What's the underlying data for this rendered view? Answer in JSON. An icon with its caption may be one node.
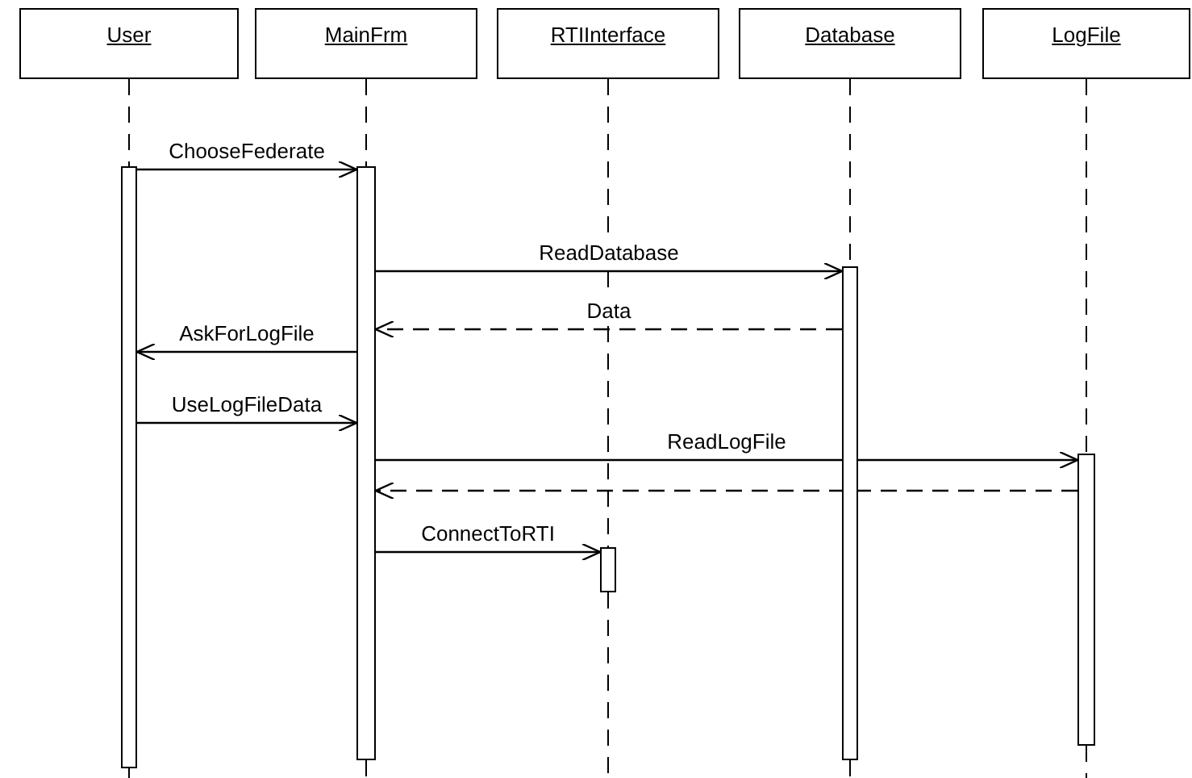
{
  "diagram": {
    "nodes": [
      {
        "text": [
          "User"
        ]
      },
      {
        "text": [
          "MainFrm"
        ]
      },
      {
        "text": [
          "RTIInterface"
        ]
      },
      {
        "text": [
          "Database"
        ]
      },
      {
        "text": [
          "LogFile"
        ]
      },
      {
        "text": [],
        "shape": "bar"
      },
      {
        "text": [],
        "shape": "bar"
      },
      {
        "text": [],
        "shape": "bar"
      },
      {
        "text": [],
        "shape": "bar"
      },
      {
        "text": [],
        "shape": "bar"
      }
    ],
    "edges": [
      {
        "from": 0,
        "to": 5,
        "arrow": "none",
        "style": "dashed"
      },
      {
        "from": 1,
        "to": 6,
        "arrow": "none",
        "style": "dashed"
      },
      {
        "from": 2,
        "to": 7,
        "arrow": "none",
        "style": "dashed"
      },
      {
        "from": 3,
        "to": 8,
        "arrow": "none",
        "style": "dashed"
      },
      {
        "from": 4,
        "to": 9,
        "arrow": "none",
        "style": "dashed"
      },
      {
        "from": 5,
        "to": 6,
        "arrow": "to",
        "label": "ChooseFederate"
      },
      {
        "from": 6,
        "to": 8,
        "arrow": "to",
        "label": "ReadDatabase"
      },
      {
        "from": 8,
        "to": 6,
        "arrow": "to",
        "label": "Data",
        "style": "dashed"
      },
      {
        "from": 6,
        "to": 5,
        "arrow": "to",
        "label": "AskForLogFile"
      },
      {
        "from": 5,
        "to": 6,
        "arrow": "to",
        "label": "UseLogFileData"
      },
      {
        "from": 6,
        "to": 9,
        "arrow": "to",
        "label": "ReadLogFile"
      },
      {
        "from": 9,
        "to": 6,
        "arrow": "to",
        "style": "dashed"
      },
      {
        "from": 6,
        "to": 7,
        "arrow": "to",
        "label": "ConnectToRTI"
      }
    ]
  }
}
